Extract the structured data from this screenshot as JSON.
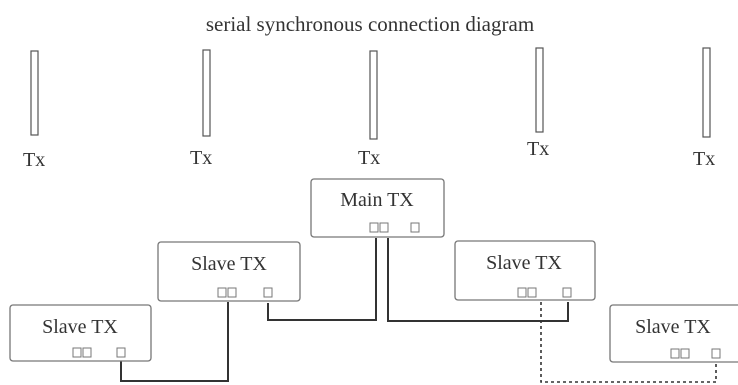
{
  "diagram": {
    "title": "serial  synchronous  connection diagram",
    "antennas": [
      {
        "label": "Tx"
      },
      {
        "label": "Tx"
      },
      {
        "label": "Tx"
      },
      {
        "label": "Tx"
      },
      {
        "label": "Tx"
      }
    ],
    "devices": {
      "main": {
        "label": "Main TX"
      },
      "slave_center_left": {
        "label": "Slave TX"
      },
      "slave_center_right": {
        "label": "Slave TX"
      },
      "slave_far_left": {
        "label": "Slave TX"
      },
      "slave_far_right": {
        "label": "Slave TX"
      }
    },
    "connections": [
      {
        "from": "Main TX",
        "to": "Slave TX (center-left)",
        "style": "solid"
      },
      {
        "from": "Main TX",
        "to": "Slave TX (center-right)",
        "style": "solid"
      },
      {
        "from": "Slave TX (center-left)",
        "to": "Slave TX (far-left)",
        "style": "solid"
      },
      {
        "from": "Slave TX (center-right)",
        "to": "Slave TX (far-right)",
        "style": "dashed"
      }
    ]
  }
}
